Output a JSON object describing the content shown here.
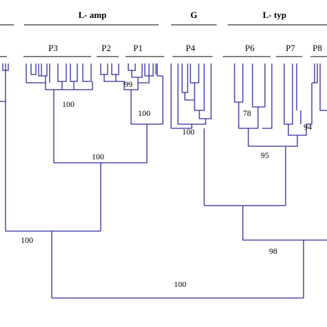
{
  "groups": [
    {
      "id": "l-amp",
      "label": "L- amp"
    },
    {
      "id": "g",
      "label": "G"
    },
    {
      "id": "l-typ",
      "label": "L- typ"
    },
    {
      "id": "left-cut",
      "label": ""
    }
  ],
  "subgroups": [
    {
      "id": "p3",
      "label": "P3"
    },
    {
      "id": "p2",
      "label": "P2"
    },
    {
      "id": "p1",
      "label": "P1"
    },
    {
      "id": "p4",
      "label": "P4"
    },
    {
      "id": "p6",
      "label": "P6"
    },
    {
      "id": "p7",
      "label": "P7"
    },
    {
      "id": "p8",
      "label": "P8"
    }
  ],
  "bootstrap": [
    {
      "id": "p1-inner",
      "value": "99"
    },
    {
      "id": "p3-node",
      "value": "100"
    },
    {
      "id": "p1-node",
      "value": "100"
    },
    {
      "id": "l-amp-node",
      "value": "100"
    },
    {
      "id": "p4-node",
      "value": "100"
    },
    {
      "id": "p6-node",
      "value": "78"
    },
    {
      "id": "p7-node",
      "value": "94"
    },
    {
      "id": "l-typ-node",
      "value": "95"
    },
    {
      "id": "left-node",
      "value": "100"
    },
    {
      "id": "right-node",
      "value": "98"
    },
    {
      "id": "root-node",
      "value": "100"
    }
  ],
  "colors": {
    "branch": "#2b2b9a",
    "text": "#000000"
  }
}
